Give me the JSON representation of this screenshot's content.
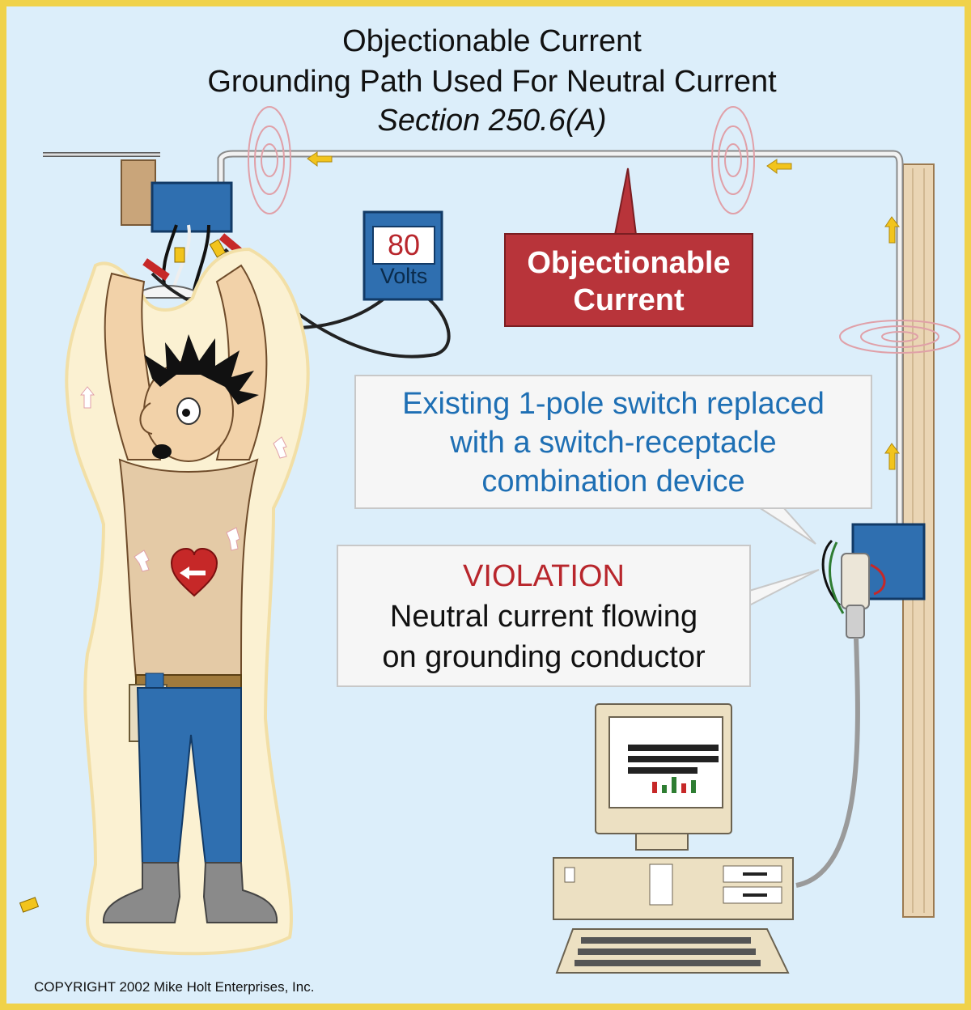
{
  "title": {
    "line1": "Objectionable Current",
    "line2": "Grounding Path Used For Neutral Current",
    "section": "Section 250.6(A)"
  },
  "callout_objectionable": {
    "line1": "Objectionable",
    "line2": "Current"
  },
  "meter": {
    "value": "80",
    "unit": "Volts"
  },
  "callout_existing": {
    "line1": "Existing 1-pole switch replaced",
    "line2": "with a switch-receptacle",
    "line3": "combination device"
  },
  "callout_violation": {
    "heading": "VIOLATION",
    "line1": "Neutral current flowing",
    "line2": "on grounding conductor"
  },
  "copyright": "COPYRIGHT 2002  Mike Holt Enterprises, Inc.",
  "colors": {
    "background": "#dceefa",
    "border": "#f0d24a",
    "callout_red": "#b8343a",
    "callout_blue_text": "#1e6fb4",
    "violation_red": "#b8262c",
    "current_arrow": "#f2c41c"
  }
}
